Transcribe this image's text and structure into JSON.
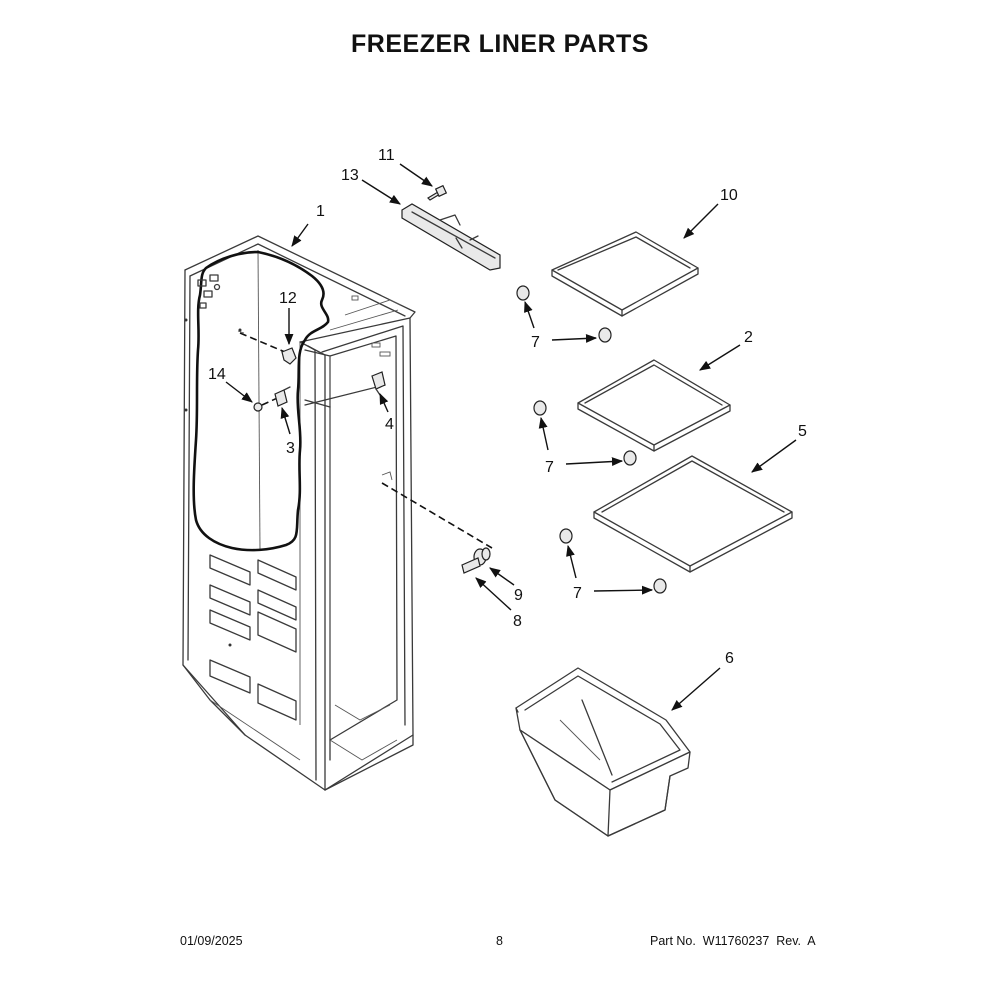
{
  "title": "FREEZER LINER PARTS",
  "footer": {
    "date": "01/09/2025",
    "page_number": "8",
    "part_no": "Part No.  W11760237  Rev.  A"
  },
  "callouts": {
    "c1": "1",
    "c2": "2",
    "c3": "3",
    "c4": "4",
    "c5": "5",
    "c6": "6",
    "c7a": "7",
    "c7b": "7",
    "c7c": "7",
    "c8": "8",
    "c9": "9",
    "c10": "10",
    "c11": "11",
    "c12": "12",
    "c13": "13",
    "c14": "14"
  },
  "colors": {
    "ink": "#111111",
    "line": "#3a3a3a",
    "background": "#ffffff"
  }
}
